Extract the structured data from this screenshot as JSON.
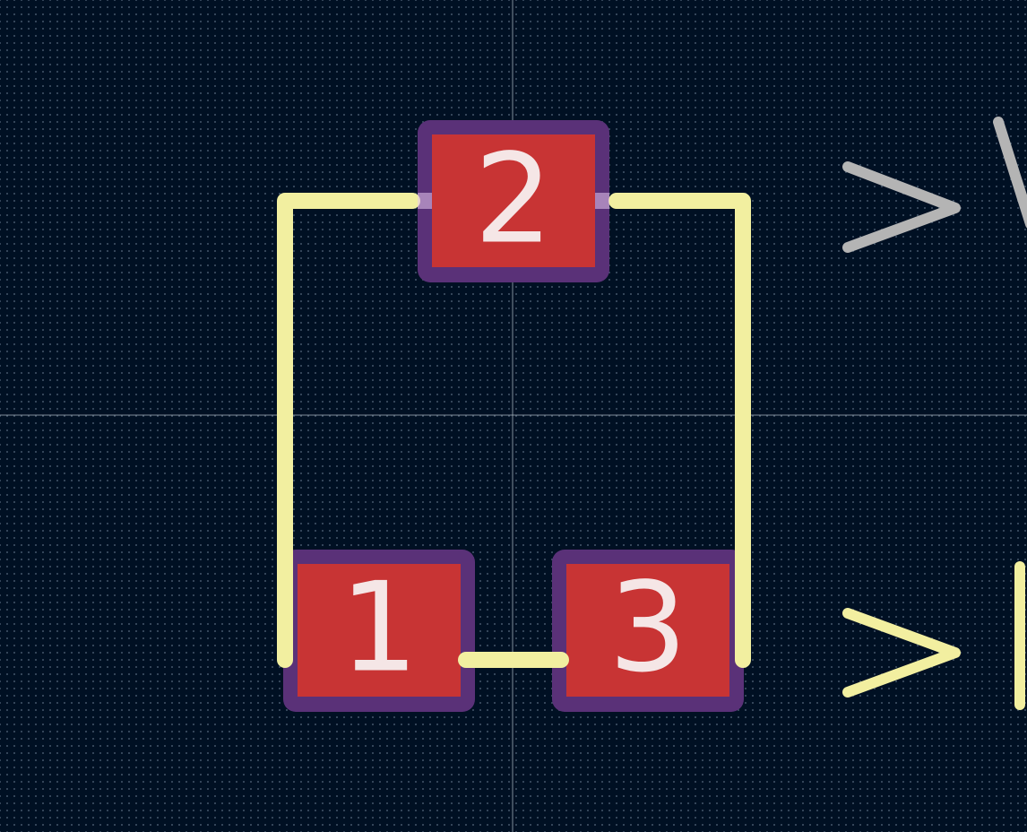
{
  "footprint": {
    "pads": [
      {
        "id": "pad-1",
        "number": "1"
      },
      {
        "id": "pad-2",
        "number": "2"
      },
      {
        "id": "pad-3",
        "number": "3"
      }
    ]
  },
  "colors": {
    "background": "#001023",
    "grid": "#5a6f86",
    "crosshair": "#b7c2cc",
    "pad_fill": "#c83434",
    "pad_mask": "#5a3178",
    "silkscreen": "#f2efa0",
    "reference_text": "#b4b4b4",
    "pad_label": "#f5e6e6"
  },
  "layers": {
    "reference_layer_color": "gray",
    "value_layer_color": "yellow"
  }
}
